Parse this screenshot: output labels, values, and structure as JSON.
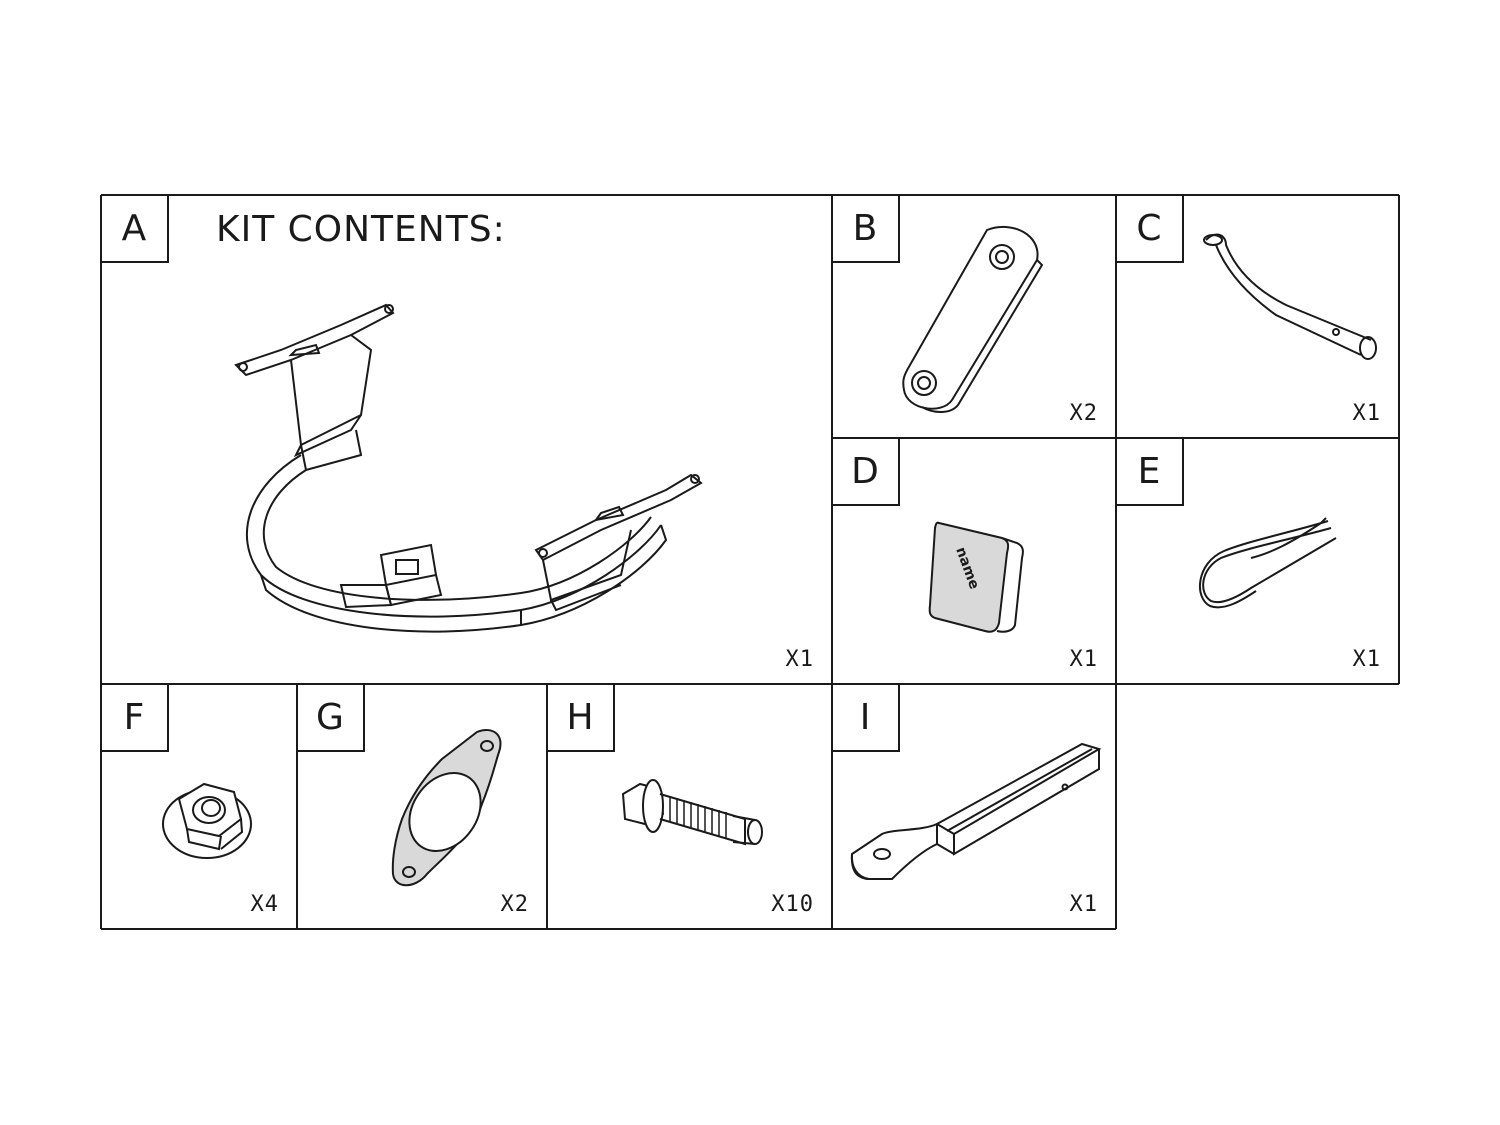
{
  "title": "KIT CONTENTS:",
  "parts": [
    {
      "letter": "A",
      "qty": "X1",
      "icon": "hitch-receiver-icon"
    },
    {
      "letter": "B",
      "qty": "X2",
      "icon": "spacer-plate-icon"
    },
    {
      "letter": "C",
      "qty": "X1",
      "icon": "hitch-pin-icon"
    },
    {
      "letter": "D",
      "qty": "X1",
      "icon": "receiver-cover-icon"
    },
    {
      "letter": "E",
      "qty": "X1",
      "icon": "retaining-clip-icon"
    },
    {
      "letter": "F",
      "qty": "X4",
      "icon": "flange-nut-icon"
    },
    {
      "letter": "G",
      "qty": "X2",
      "icon": "gasket-icon"
    },
    {
      "letter": "H",
      "qty": "X10",
      "icon": "bolt-icon"
    },
    {
      "letter": "I",
      "qty": "X1",
      "icon": "ball-mount-bar-icon"
    }
  ],
  "cover_logo_text": "name"
}
